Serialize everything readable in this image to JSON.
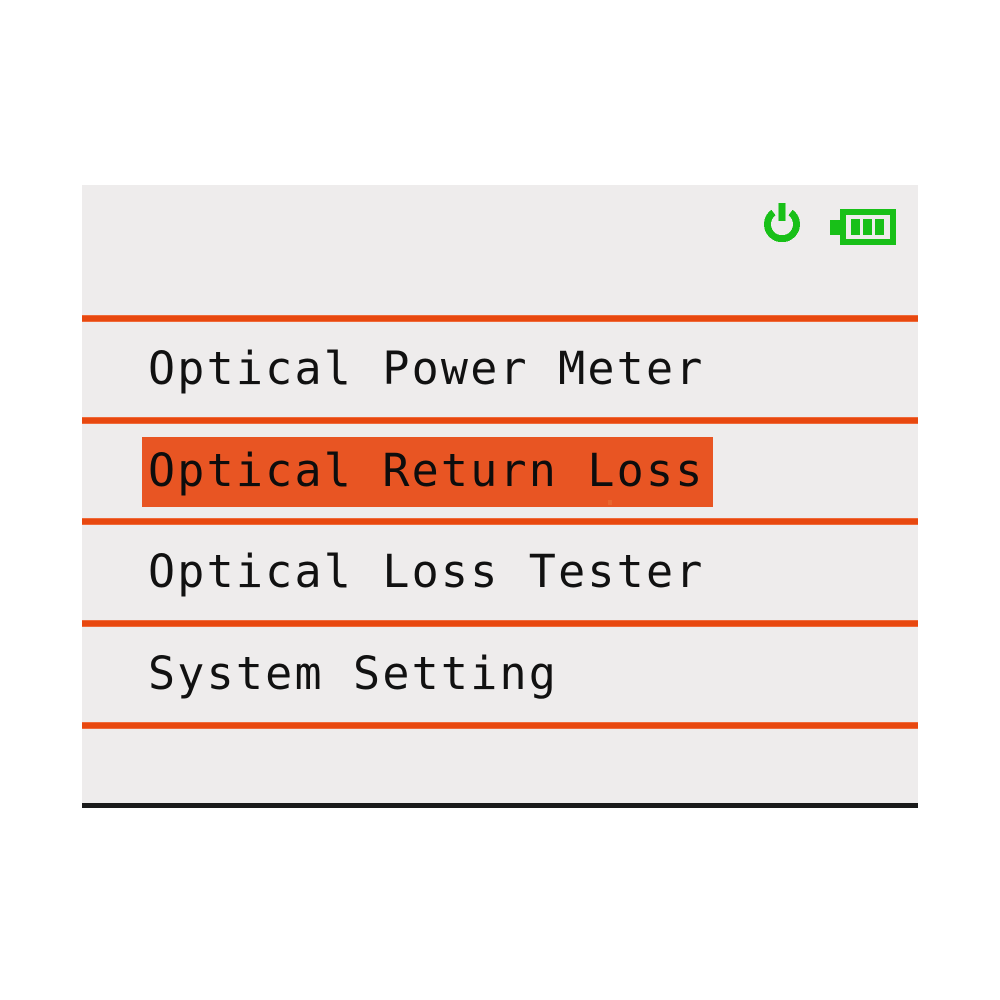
{
  "device": {
    "screen_background": "#EEECEC",
    "accent_color": "#E8480F",
    "highlight_color": "#E85523",
    "status_icon_color": "#18C018",
    "bottom_border_color": "#1A1A1A",
    "text_color": "#111111"
  },
  "status_bar": {
    "power_icon": "power-icon",
    "battery_icon": "battery-icon",
    "battery_bars": 3,
    "battery_bars_total": 3
  },
  "menu": {
    "selected_index": 1,
    "items": [
      {
        "label": "Optical Power Meter",
        "selected": false
      },
      {
        "label": "Optical Return Loss",
        "selected": true
      },
      {
        "label": "Optical Loss Tester",
        "selected": false
      },
      {
        "label": "System Setting",
        "selected": false
      }
    ]
  }
}
